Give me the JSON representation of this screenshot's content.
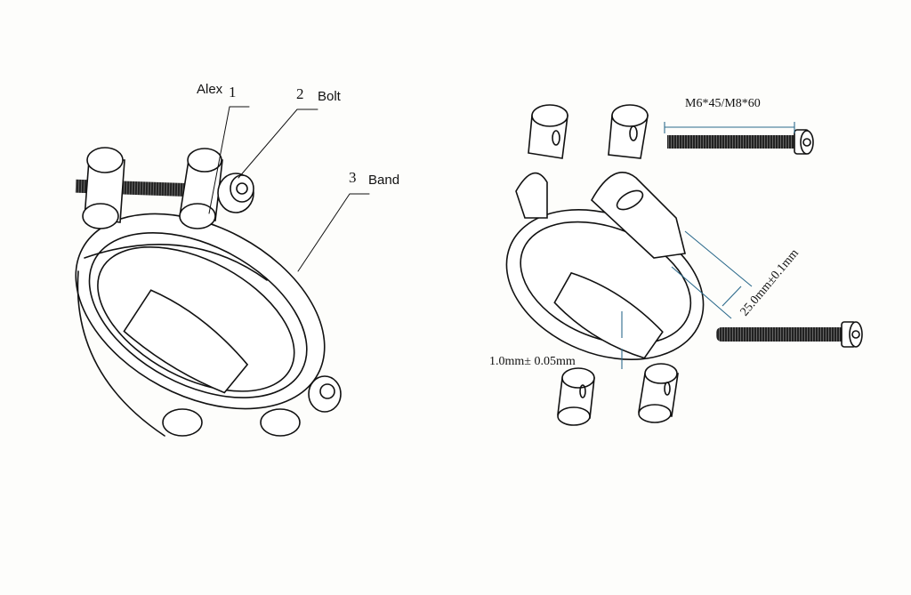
{
  "labels": {
    "part1": {
      "number": "1",
      "name": "Alex"
    },
    "part2": {
      "number": "2",
      "name": "Bolt"
    },
    "part3": {
      "number": "3",
      "name": "Band"
    }
  },
  "dimensions": {
    "bolt_size": "M6*45/M8*60",
    "band_width": "25.0mm±0.1mm",
    "band_thickness": "1.0mm± 0.05mm"
  },
  "colors": {
    "line": "#111111",
    "dimension": "#2c6a8c",
    "background": "#fdfdfb"
  }
}
